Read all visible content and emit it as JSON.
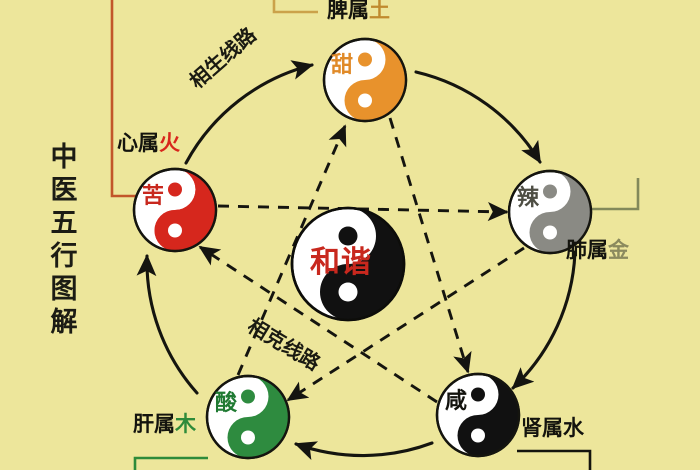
{
  "meta": {
    "background_color": "#ede69b",
    "title_vertical": [
      "中",
      "医",
      "五",
      "行",
      "图",
      "解"
    ]
  },
  "center": {
    "name": "harmony-taiji",
    "word": "和谐",
    "word_color": "#c8281e",
    "light": "#ffffff",
    "dark": "#111111"
  },
  "cycle_labels": {
    "generating": "相生线路",
    "overcoming": "相克线路"
  },
  "elements": [
    {
      "key": "fire",
      "organ_label": "心属",
      "element_char": "火",
      "element_color": "#d8261c",
      "taste": "苦",
      "taste_color": "#c8281e",
      "taiji_color": "#d6271d",
      "bracket_color": "#c2562a"
    },
    {
      "key": "earth",
      "organ_label": "脾属",
      "element_char": "土",
      "element_color": "#c08a2e",
      "taste": "甜",
      "taste_color": "#e08a28",
      "taiji_color": "#e8922c",
      "bracket_color": "#cba24a"
    },
    {
      "key": "metal",
      "organ_label": "肺属",
      "element_char": "金",
      "element_color": "#8b8a5e",
      "taste": "辣",
      "taste_color": "#5e5e50",
      "taiji_color": "#8a8a84",
      "bracket_color": "#83895a"
    },
    {
      "key": "water",
      "organ_label": "肾属",
      "element_char": "水",
      "element_color": "#13130e",
      "taste": "咸",
      "taste_color": "#13130e",
      "taiji_color": "#111111",
      "bracket_color": "#14140e"
    },
    {
      "key": "wood",
      "organ_label": "肝属",
      "element_char": "木",
      "element_color": "#2e8b3a",
      "taste": "酸",
      "taste_color": "#1f7a32",
      "taiji_color": "#2e8b3f",
      "bracket_color": "#2e8b3a"
    }
  ]
}
